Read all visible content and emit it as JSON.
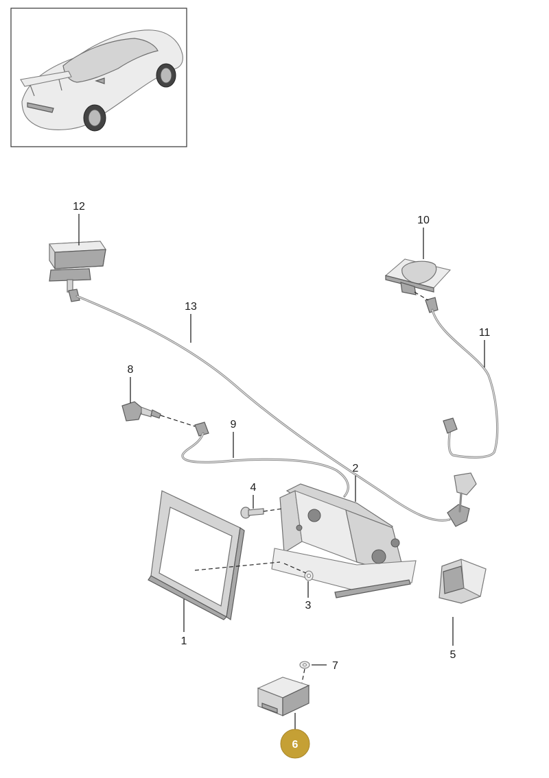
{
  "callouts": {
    "c1": "1",
    "c2": "2",
    "c3": "3",
    "c4": "4",
    "c5": "5",
    "c6": "6",
    "c7": "7",
    "c8": "8",
    "c9": "9",
    "c10": "10",
    "c11": "11",
    "c12": "12",
    "c13": "13"
  },
  "highlight": {
    "part": "6",
    "color": "#c5a035"
  }
}
